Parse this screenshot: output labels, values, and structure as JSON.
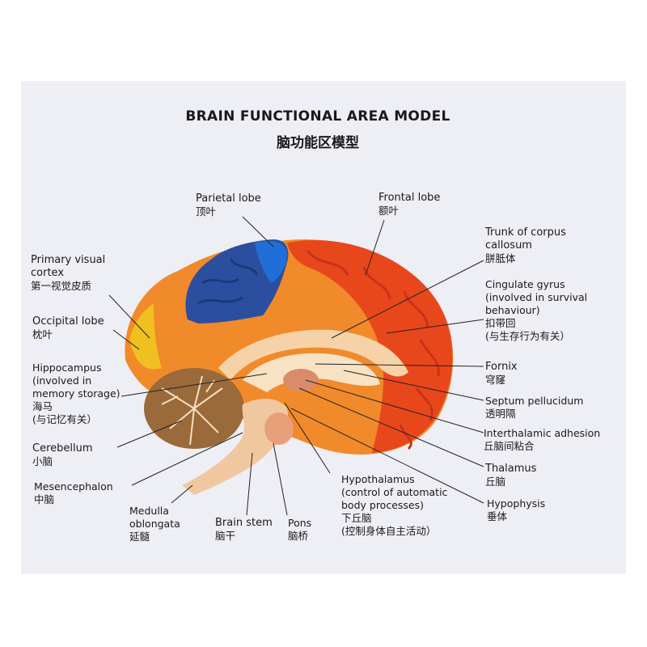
{
  "title": {
    "en": "BRAIN FUNCTIONAL AREA MODEL",
    "zh": "脑功能区模型"
  },
  "labels": {
    "parietal": {
      "en": "Parietal lobe",
      "zh": "顶叶"
    },
    "frontal": {
      "en": "Frontal lobe",
      "zh": "额叶"
    },
    "trunk": {
      "en1": "Trunk of corpus",
      "en2": "callosum",
      "zh": "胼胝体"
    },
    "cingulate": {
      "en1": "Cingulate gyrus",
      "en2": "(involved in survival",
      "en3": "behaviour)",
      "zh1": "扣带回",
      "zh2": "(与生存行为有关）"
    },
    "fornix": {
      "en": "Fornix",
      "zh": "穹窿"
    },
    "septum": {
      "en": "Septum pellucidum",
      "zh": "透明隔"
    },
    "interthalamic": {
      "en": "Interthalamic adhesion",
      "zh": "丘脑间粘合"
    },
    "thalamus": {
      "en": "Thalamus",
      "zh": "丘脑"
    },
    "hypophysis": {
      "en": "Hypophysis",
      "zh": "垂体"
    },
    "hypothalamus": {
      "en1": "Hypothalamus",
      "en2": "(control of automatic",
      "en3": "body processes)",
      "zh1": "下丘脑",
      "zh2": "(控制身体自主活动）"
    },
    "pons": {
      "en": "Pons",
      "zh": "脑桥"
    },
    "brainstem": {
      "en": "Brain stem",
      "zh": "脑干"
    },
    "medulla": {
      "en1": "Medulla",
      "en2": "oblongata",
      "zh": "延髓"
    },
    "mesencephalon": {
      "en": "Mesencephalon",
      "zh": "中脑"
    },
    "cerebellum": {
      "en": "Cerebellum",
      "zh": "小脑"
    },
    "hippocampus": {
      "en1": "Hippocampus",
      "en2": "(involved in",
      "en3": "memory storage)",
      "zh1": "海马",
      "zh2": "(与记忆有关）"
    },
    "occipital": {
      "en": "Occipital lobe",
      "zh": "枕叶"
    },
    "visual": {
      "en1": "Primary visual",
      "en2": "cortex",
      "zh": "第一视觉皮质"
    }
  },
  "colors": {
    "background": "#eeeef5",
    "frontal": "#e8471c",
    "parietal": "#2b4f9e",
    "parietal_light": "#1f6fd6",
    "occipital": "#f0c020",
    "cortex_orange": "#f08a2a",
    "cerebellum": "#9a6a3a",
    "stem": "#f0c8a0",
    "corpus": "#f6d2a8",
    "leader": "#222222"
  }
}
